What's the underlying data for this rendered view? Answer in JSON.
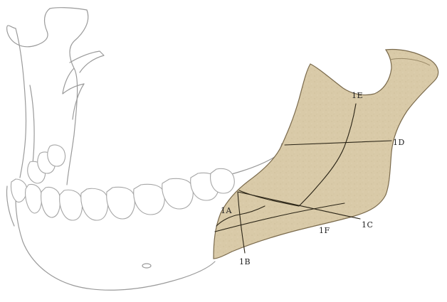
{
  "labels": {
    "a": "1A",
    "b": "1B",
    "c": "1C",
    "d": "1D",
    "e": "1E",
    "f": "1F"
  },
  "colors": {
    "bone_fill": "#d8c9a6",
    "bone_stroke": "#7a6a4c",
    "outline": "#9a9a9a",
    "fracture_line": "#2a2416"
  }
}
